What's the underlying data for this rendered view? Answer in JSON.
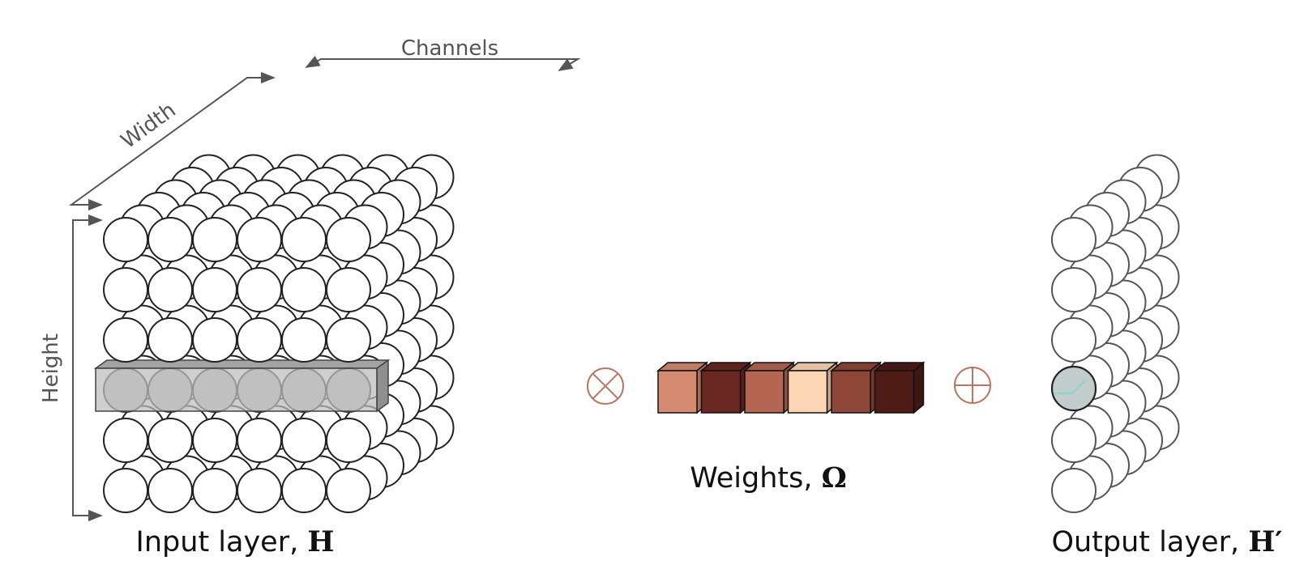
{
  "labels": {
    "channels": "Channels",
    "width": "Width",
    "height": "Height",
    "input_layer": "Input layer, ",
    "input_symbol": "H",
    "weights": "Weights, ",
    "weights_symbol": "Ω",
    "output_layer": "Output layer, ",
    "output_symbol": "H′"
  },
  "input_grid": {
    "rows": 6,
    "cols": 6,
    "depth": 6
  },
  "output_grid": {
    "rows": 6,
    "depth": 6
  },
  "operators": {
    "multiply": "⊗",
    "add": "⊕"
  },
  "weights": {
    "count": 6,
    "colors": [
      "#d48b72",
      "#6b2823",
      "#b56652",
      "#fcd6b4",
      "#8e4637",
      "#4e1b17"
    ]
  },
  "colors": {
    "operator": "#b87560",
    "highlight_fill": "#bdbdbd",
    "output_highlight": "#c2cccc",
    "activation_curve": "#8fd4cc",
    "axis": "#555555"
  }
}
